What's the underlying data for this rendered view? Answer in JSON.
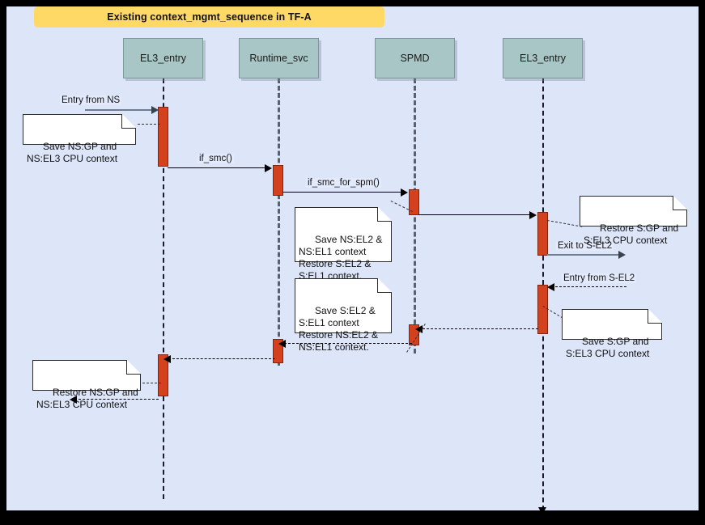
{
  "title": "Existing context_mgmt_sequence in TF-A",
  "colors": {
    "frame": "#000000",
    "canvas": "#dde5f9",
    "title_banner": "#ffd966",
    "participant_fill": "#a9c6c6",
    "participant_border": "#7a9a9a",
    "activation_fill": "#d4411e",
    "activation_border": "#7d2612",
    "note_fill": "#ffffff",
    "note_border": "#2b2b2b",
    "arrow": "#000000",
    "entry_arrow": "#6f7d92"
  },
  "participants": [
    {
      "id": "el3_entry_left",
      "label": "EL3_entry"
    },
    {
      "id": "runtime_svc",
      "label": "Runtime_svc"
    },
    {
      "id": "spmd",
      "label": "SPMD"
    },
    {
      "id": "el3_entry_right",
      "label": "EL3_entry"
    }
  ],
  "messages": [
    {
      "id": "entry-from-ns",
      "label": "Entry from NS",
      "style": "solid-gray",
      "direction": "right"
    },
    {
      "id": "if-smc",
      "label": "if_smc()",
      "style": "solid",
      "direction": "right"
    },
    {
      "id": "if-smc-for-spm",
      "label": "if_smc_for_spm()",
      "style": "solid",
      "direction": "right"
    },
    {
      "id": "spmd-to-el3",
      "label": "",
      "style": "solid",
      "direction": "right"
    },
    {
      "id": "exit-to-s-el2",
      "label": "Exit to S-EL2",
      "style": "solid-gray",
      "direction": "right"
    },
    {
      "id": "entry-from-s-el2",
      "label": "Entry from S-EL2",
      "style": "dashed",
      "direction": "left"
    },
    {
      "id": "el3-to-spmd-return",
      "label": "",
      "style": "dashed",
      "direction": "left"
    },
    {
      "id": "spmd-to-runtime-return",
      "label": "",
      "style": "dashed",
      "direction": "left"
    },
    {
      "id": "runtime-to-el3-return",
      "label": "",
      "style": "dashed",
      "direction": "left"
    },
    {
      "id": "el3-exit-left",
      "label": "",
      "style": "dashed",
      "direction": "left"
    }
  ],
  "notes": [
    {
      "id": "note-save-ns-gp",
      "text": "Save NS:GP and\nNS:EL3 CPU context"
    },
    {
      "id": "note-save-ns-el2",
      "text": "Save NS:EL2 &\nNS:EL1 context\nRestore S:EL2 &\nS:EL1 context."
    },
    {
      "id": "note-restore-s-gp",
      "text": "Restore S:GP and\nS:EL3 CPU context"
    },
    {
      "id": "note-save-s-el2",
      "text": "Save S:EL2 &\nS:EL1 context\nRestore NS:EL2 &\nNS:EL1 context."
    },
    {
      "id": "note-save-s-gp",
      "text": "Save S:GP and\nS:EL3 CPU context"
    },
    {
      "id": "note-restore-ns-gp",
      "text": "Restore NS:GP and\nNS:EL3 CPU context"
    }
  ]
}
